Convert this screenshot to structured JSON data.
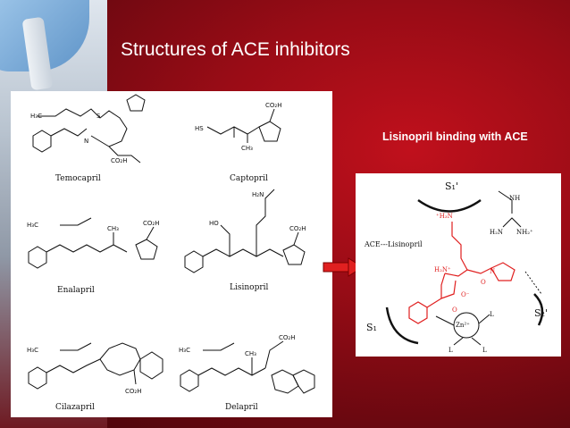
{
  "title": "Structures of ACE inhibitors",
  "subtitle": "Lisinopril binding with ACE",
  "compounds": [
    {
      "name": "Temocapril"
    },
    {
      "name": "Captopril"
    },
    {
      "name": "Enalapril"
    },
    {
      "name": "Lisinopril"
    },
    {
      "name": "Cilazapril"
    },
    {
      "name": "Delapril"
    }
  ],
  "atoms": {
    "h3c": "H₃C",
    "co2h": "CO₂H",
    "hs": "HS",
    "ch3": "CH₃",
    "h2n": "H₂N",
    "ho": "HO",
    "n": "N",
    "h": "H",
    "o": "O",
    "s": "S"
  },
  "binding": {
    "label": "ACE---Lisinopril",
    "s1": "S₁",
    "s1p": "S₁'",
    "s2p": "S₂'",
    "zn": "Zn²⁺",
    "l": "L",
    "nh": "NH",
    "h2n_plus": "H₂N",
    "nh2_plus": "NH₂⁺",
    "h3n_plus": "⁺H₃N",
    "h2n_plus_chain": "H₂N⁺",
    "o_minus": "O⁻",
    "o": "O",
    "n": "N"
  },
  "colors": {
    "title": "#ffffff",
    "background": "#a00d18",
    "highlight": "#e02020",
    "arrow": "#e02020"
  }
}
